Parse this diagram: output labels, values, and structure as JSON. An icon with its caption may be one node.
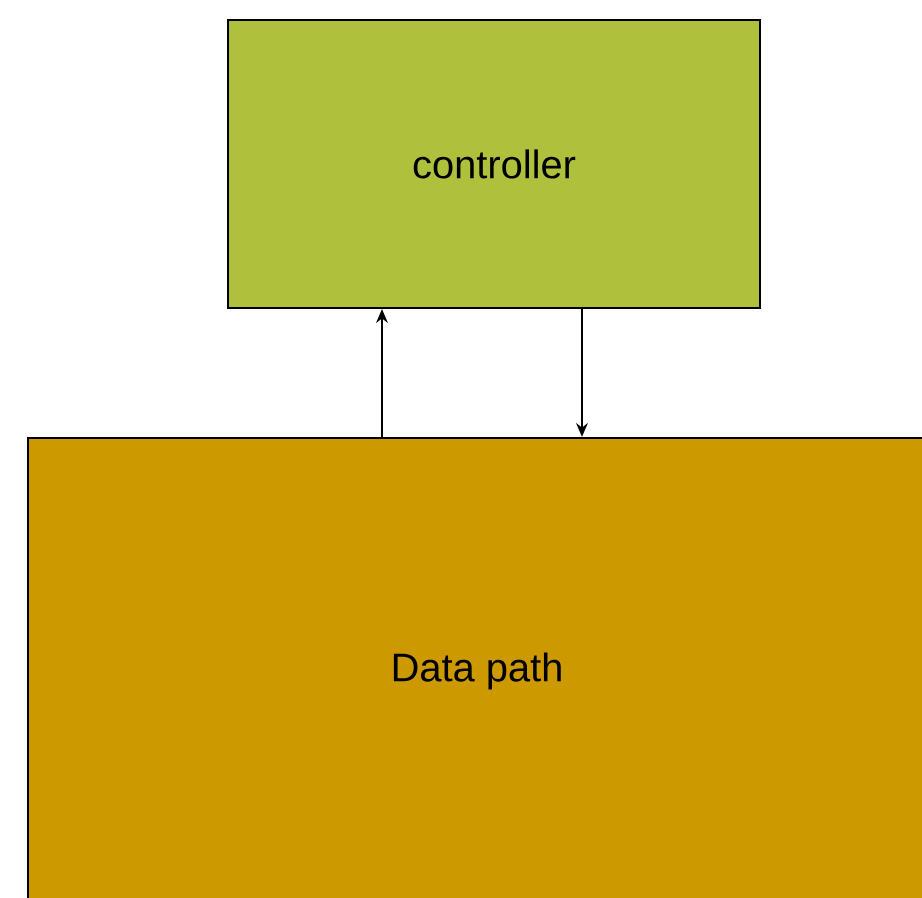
{
  "diagram": {
    "nodes": [
      {
        "text": [
          "controller"
        ]
      },
      {
        "text": [
          "Data path"
        ]
      }
    ],
    "edges": [
      {
        "from": 1,
        "to": 0,
        "arrow": "to"
      },
      {
        "from": 0,
        "to": 1,
        "arrow": "to"
      }
    ]
  }
}
